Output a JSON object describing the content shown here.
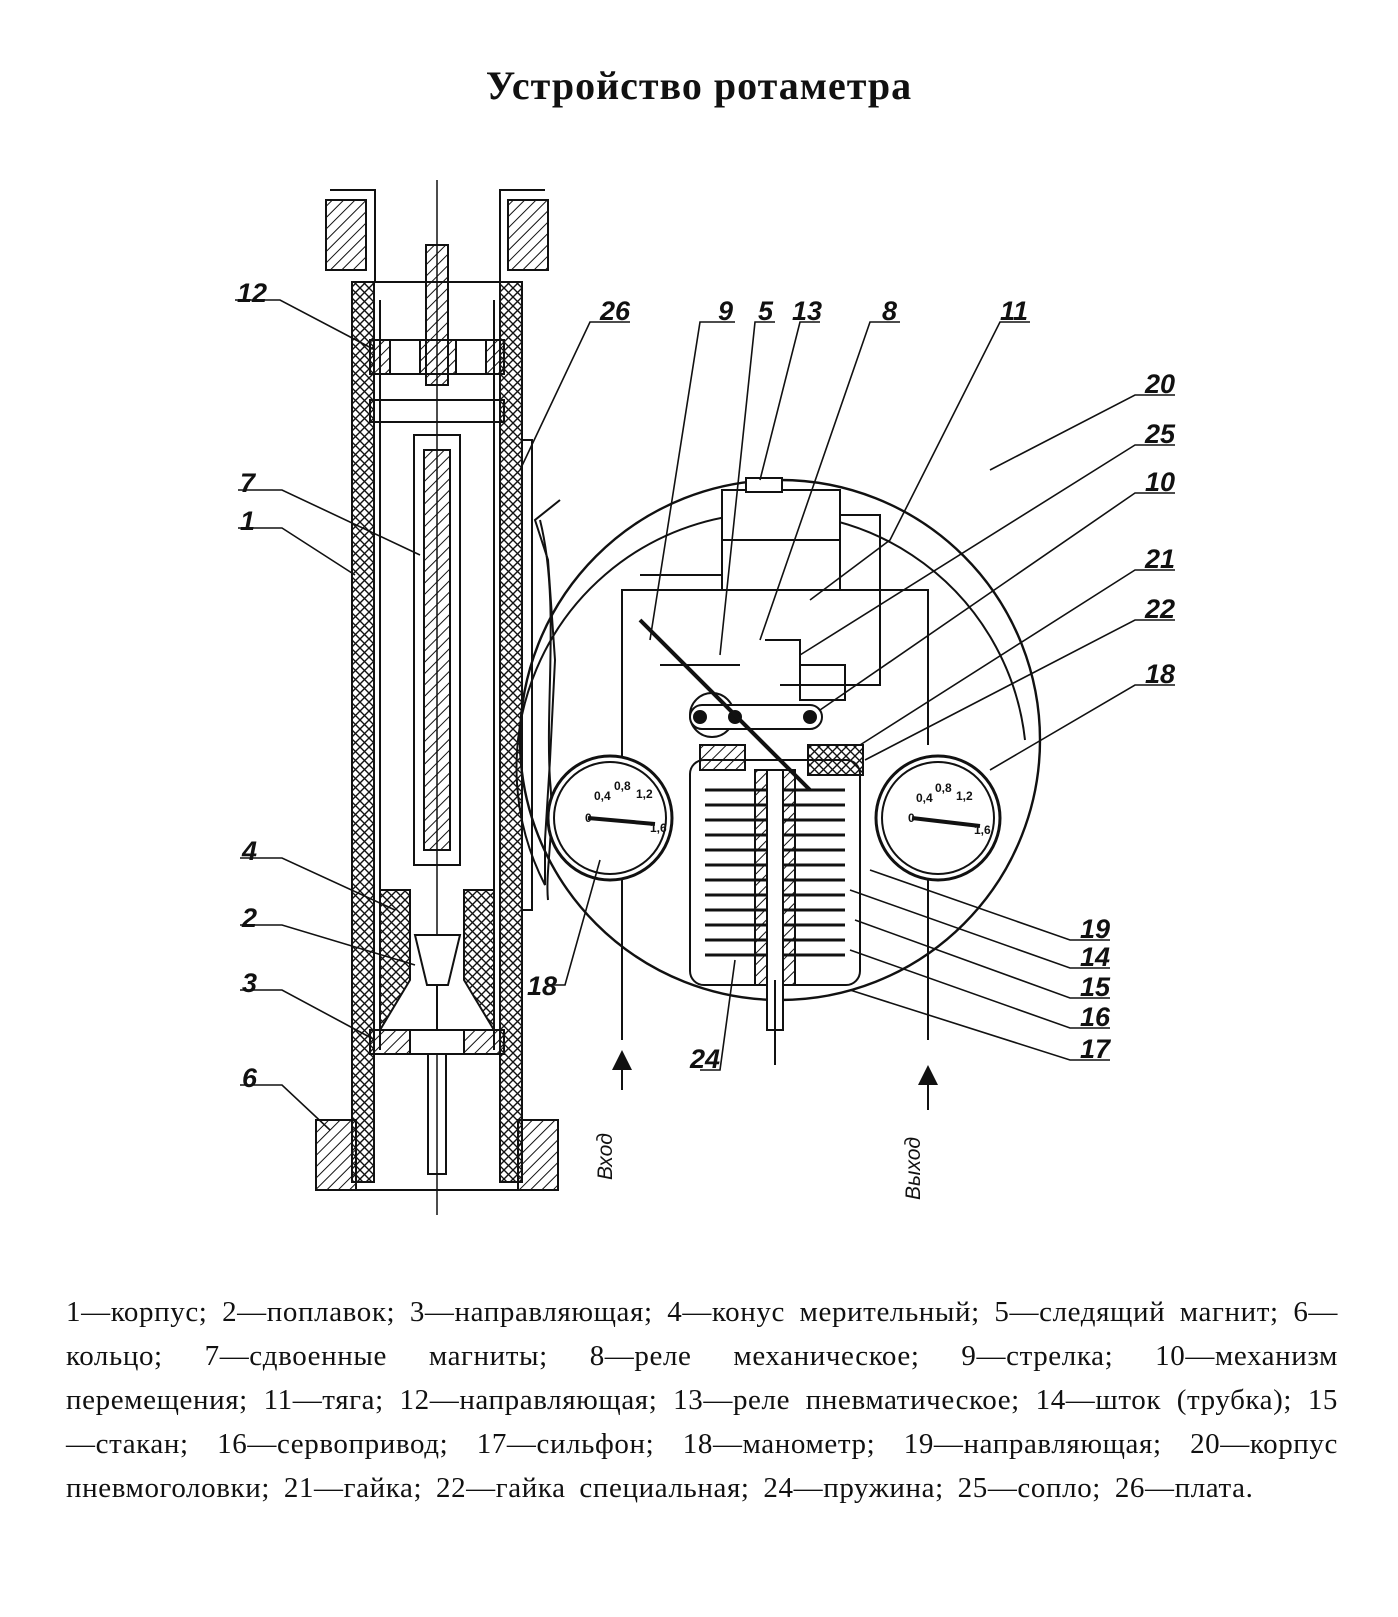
{
  "title": "Устройство ротаметра",
  "labels": {
    "l1": "1",
    "l2": "2",
    "l3": "3",
    "l4": "4",
    "l5": "5",
    "l6": "6",
    "l7": "7",
    "l8": "8",
    "l9": "9",
    "l10": "10",
    "l11": "11",
    "l12": "12",
    "l13": "13",
    "l14": "14",
    "l15": "15",
    "l16": "16",
    "l17": "17",
    "l18a": "18",
    "l18b": "18",
    "l19": "19",
    "l20": "20",
    "l21": "21",
    "l22": "22",
    "l24": "24",
    "l25": "25",
    "l26": "26"
  },
  "ports": {
    "inlet": "Вход",
    "outlet": "Выход"
  },
  "gauge_scale": {
    "t0": "0",
    "t04": "0,4",
    "t08": "0,8",
    "t12": "1,2",
    "t16": "1,6"
  },
  "legend": [
    "1—корпус;",
    "2—поплавок;",
    "3—направляющая;",
    "4—конус мерительный;",
    "5—следящий магнит;",
    "6—кольцо;",
    "7—сдвоенные магниты;",
    "8—реле механическое;",
    "9—стрелка;",
    "10—механизм перемещения;",
    "11—тяга;",
    "12—направляющая;",
    "13—реле пневматическое;",
    "14—шток (трубка);",
    "15—стакан;",
    "16—серво­привод;",
    "17—сильфон;",
    "18—манометр;",
    "19—направляющая;",
    "20—корпус пневмоголовки;",
    "21—гайка;",
    "22—гайка специальная;",
    "24—пружина;",
    "25—сопло;",
    "26—плата."
  ]
}
